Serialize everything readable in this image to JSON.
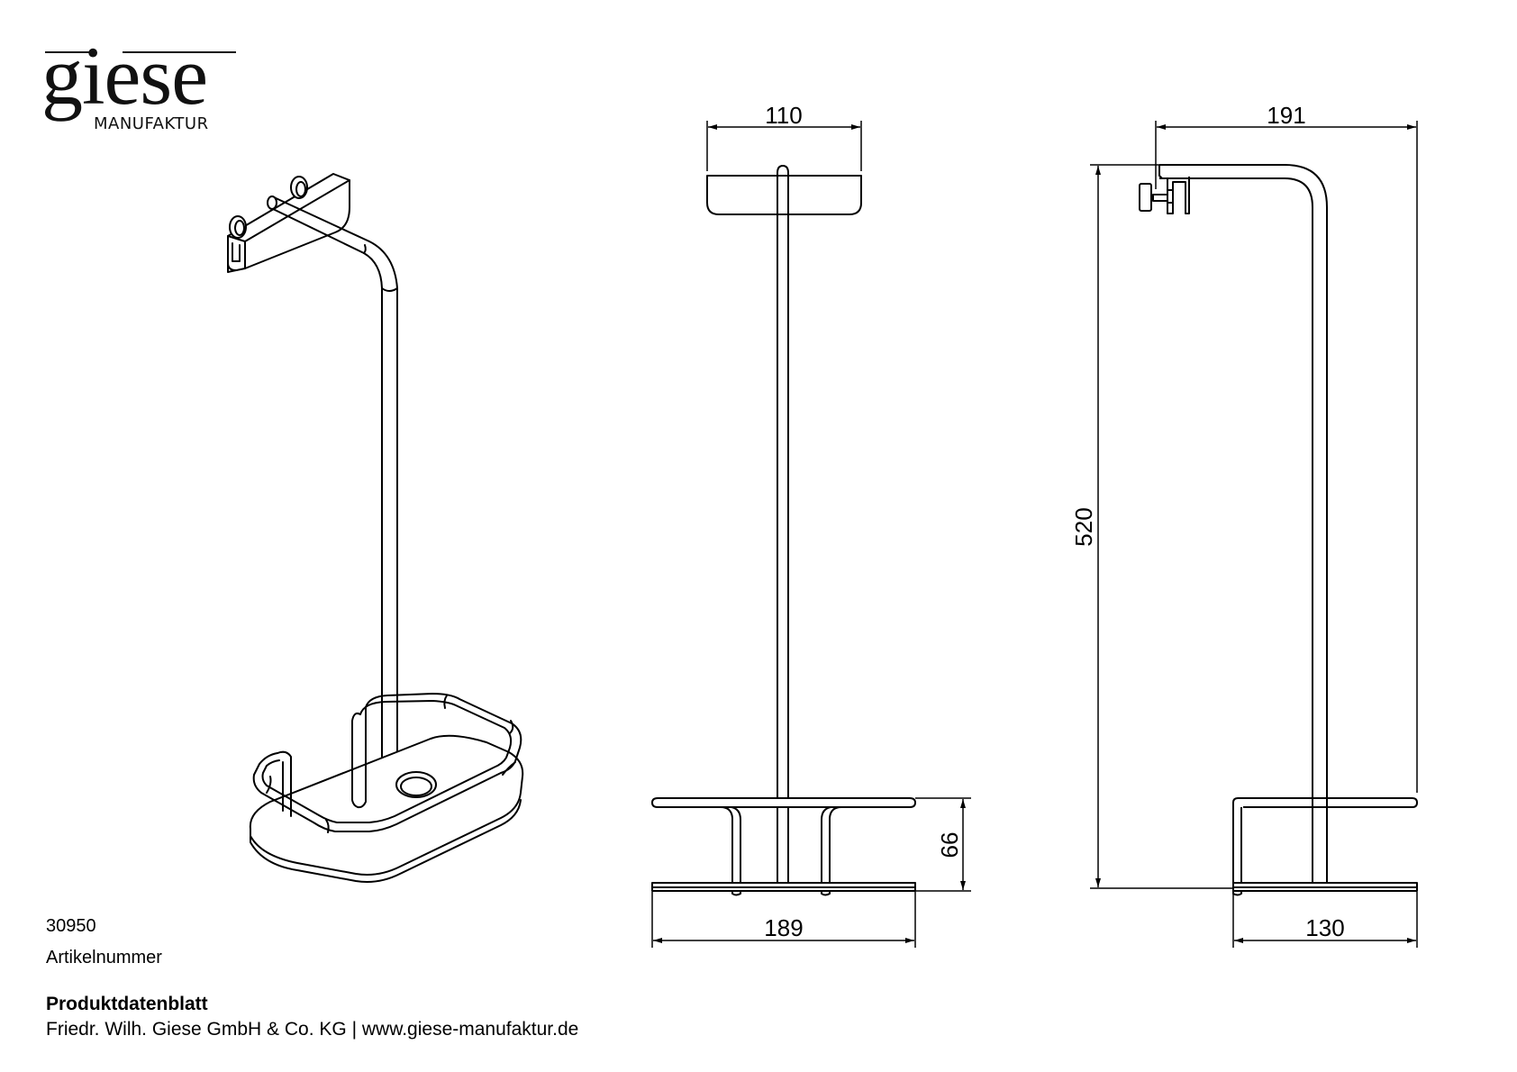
{
  "logo": {
    "brand": "giese",
    "subtitle": "MANUFAKTUR"
  },
  "drawing": {
    "views": [
      "isometric",
      "front",
      "side"
    ],
    "dimensions": {
      "front_top_width": "110",
      "front_base_width": "189",
      "front_base_height": "66",
      "side_top_depth": "191",
      "side_total_height": "520",
      "side_base_depth": "130"
    },
    "units": "mm",
    "line_color": "#000000"
  },
  "article": {
    "number": "30950",
    "label": "Artikelnummer"
  },
  "footer": {
    "title": "Produktdatenblatt",
    "company": "Friedr. Wilh. Giese GmbH & Co. KG | www.giese-manufaktur.de"
  }
}
